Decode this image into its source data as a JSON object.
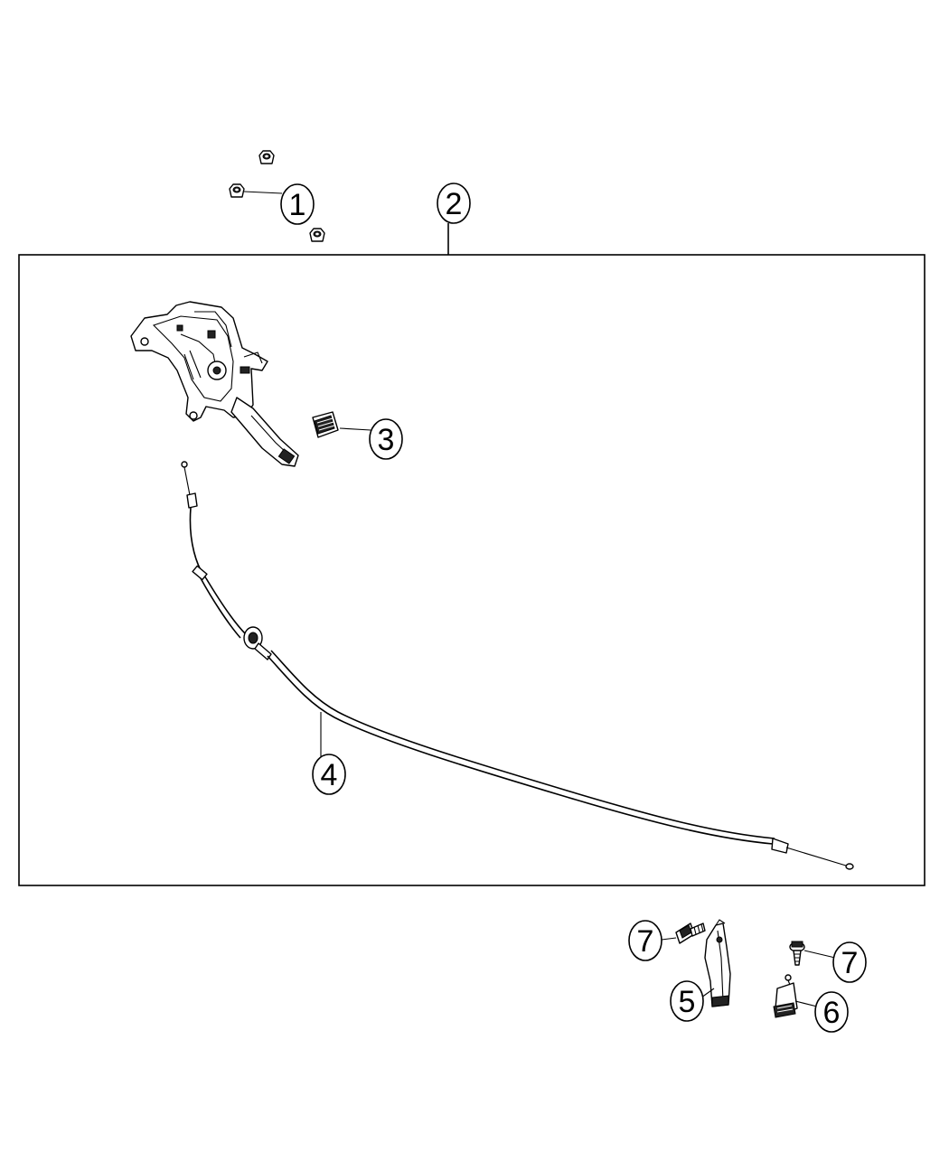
{
  "callouts": {
    "c1": "1",
    "c2": "2",
    "c3": "3",
    "c4": "4",
    "c5": "5",
    "c6": "6",
    "c7a": "7",
    "c7b": "7"
  }
}
